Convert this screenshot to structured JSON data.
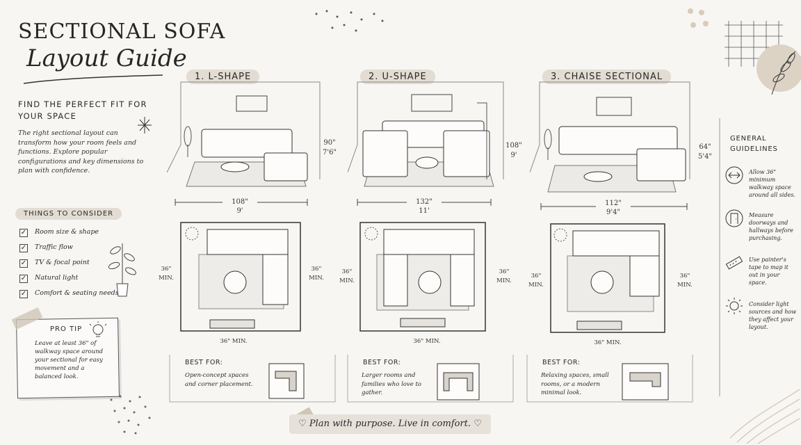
{
  "header": {
    "title_line1": "SECTIONAL SOFA",
    "title_line2": "Layout Guide"
  },
  "intro": {
    "subheading": "FIND THE PERFECT FIT FOR YOUR SPACE",
    "body": "The right sectional layout can transform how your room feels and functions. Explore popular configurations and key dimensions to plan with confidence."
  },
  "things": {
    "title": "THINGS TO CONSIDER",
    "items": [
      "Room size & shape",
      "Traffic flow",
      "TV & focal point",
      "Natural light",
      "Comfort & seating needs"
    ]
  },
  "protip": {
    "title": "PRO TIP",
    "text": "Leave at least 36\" of walkway space around your sectional for easy movement and a balanced look."
  },
  "layouts": [
    {
      "label": "1. L-SHAPE",
      "height": "90\"",
      "height_ft": "7'6\"",
      "width": "108\"",
      "width_ft": "9'",
      "min_side": "36\"",
      "min_word": "MIN.",
      "min_bottom": "36\" MIN.",
      "best_label": "BEST FOR:",
      "best_text": "Open-concept spaces and corner placement."
    },
    {
      "label": "2. U-SHAPE",
      "height": "108\"",
      "height_ft": "9'",
      "width": "132\"",
      "width_ft": "11'",
      "min_side": "36\"",
      "min_word": "MIN.",
      "min_bottom": "36\" MIN.",
      "best_label": "BEST FOR:",
      "best_text": "Larger rooms and families who love to gather."
    },
    {
      "label": "3. CHAISE SECTIONAL",
      "height": "64\"",
      "height_ft": "5'4\"",
      "width": "112\"",
      "width_ft": "9'4\"",
      "min_side": "36\"",
      "min_word": "MIN.",
      "min_bottom": "36\" MIN.",
      "best_label": "BEST FOR:",
      "best_text": "Relaxing spaces, small rooms, or a modern minimal look."
    }
  ],
  "guidelines": {
    "title": "GENERAL GUIDELINES",
    "items": [
      {
        "icon": "arrows-horizontal-icon",
        "text": "Allow 36\" minimum walkway space around all sides."
      },
      {
        "icon": "doorway-icon",
        "text": "Measure doorways and hallways before purchasing."
      },
      {
        "icon": "tape-measure-icon",
        "text": "Use painter's tape to map it out in your space."
      },
      {
        "icon": "sun-icon",
        "text": "Consider light sources and how they affect your layout."
      }
    ]
  },
  "footer": {
    "text": "Plan with purpose. Live in comfort."
  },
  "colors": {
    "background": "#f7f6f3",
    "tag": "#e2dcd2",
    "ink": "#2a2a2a",
    "accent": "#d9d0c3"
  }
}
